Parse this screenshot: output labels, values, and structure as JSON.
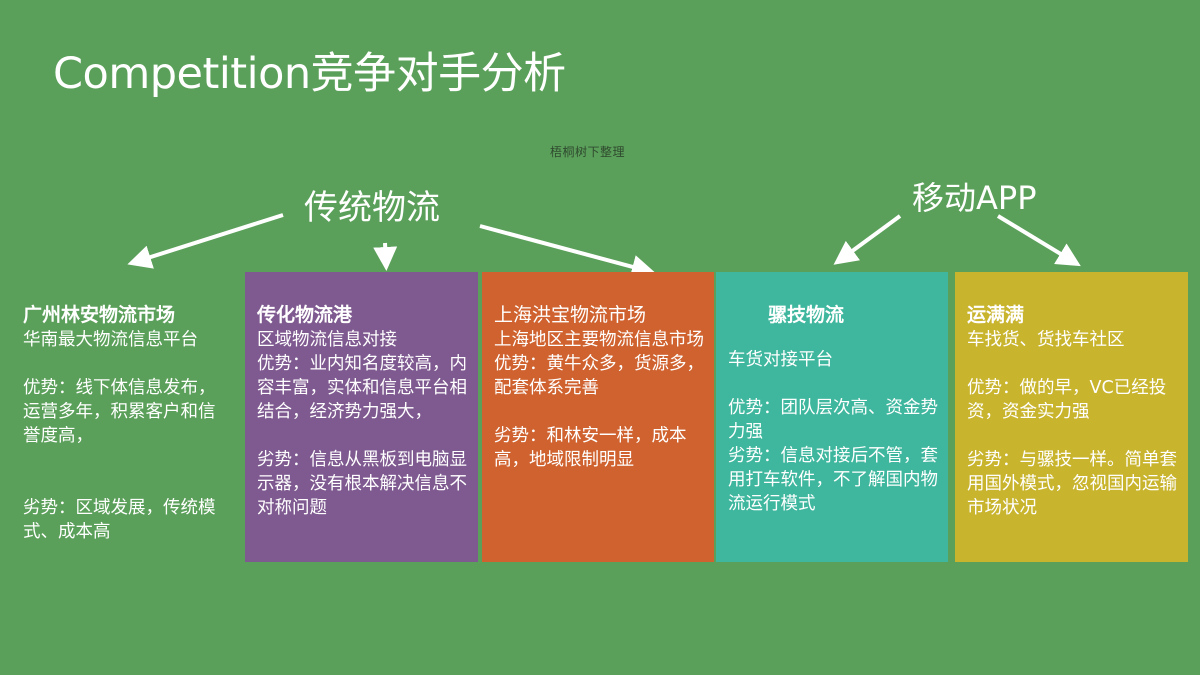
{
  "slide": {
    "title": "Competition竞争对手分析",
    "note": "梧桐树下整理",
    "background_color": "#5ba05a"
  },
  "categories": {
    "traditional": "传统物流",
    "mobile_app": "移动APP"
  },
  "competitors": [
    {
      "name": "广州林安物流市场",
      "category": "传统物流",
      "desc": "华南最大物流信息平台",
      "pros": "优势：线下体信息发布，运营多年，积累客户和信誉度高，",
      "cons": "劣势：区域发展，传统模式、成本高",
      "color": "transparent"
    },
    {
      "name": "传化物流港",
      "category": "传统物流",
      "desc": "区域物流信息对接",
      "pros": "优势：业内知名度较高，内容丰富，实体和信息平台相结合，经济势力强大，",
      "cons": "劣势：信息从黑板到电脑显示器，没有根本解决信息不对称问题",
      "color": "#7f5a90"
    },
    {
      "name": "上海洪宝物流市场",
      "category": "传统物流",
      "desc": "上海地区主要物流信息市场",
      "pros": "优势：黄牛众多，货源多，配套体系完善",
      "cons": "劣势：和林安一样，成本高，地域限制明显",
      "color": "#cf622f"
    },
    {
      "name": "骡技物流",
      "category": "移动APP",
      "desc": "车货对接平台",
      "pros": "优势：团队层次高、资金势力强",
      "cons": "劣势：信息对接后不管，套用打车软件，不了解国内物流运行模式",
      "color": "#3fb79e"
    },
    {
      "name": "运满满",
      "category": "移动APP",
      "desc": "车找货、货找车社区",
      "pros": "优势：做的早，VC已经投资，资金实力强",
      "cons": "劣势：与骡技一样。简单套用国外模式，忽视国内运输市场状况",
      "color": "#c9b42e"
    }
  ]
}
